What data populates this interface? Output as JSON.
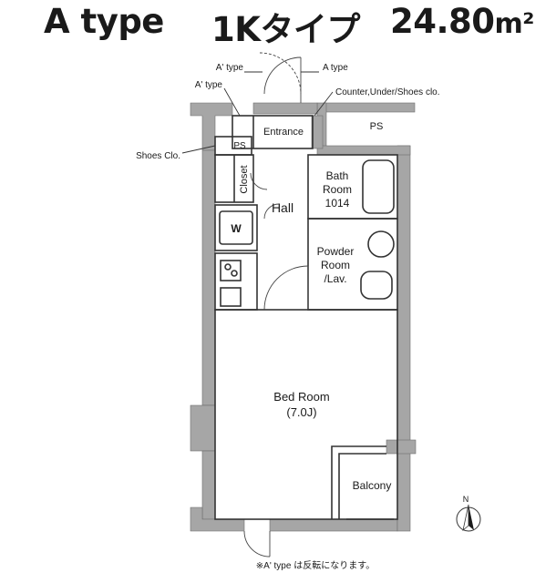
{
  "header": {
    "type_label": "A type",
    "layout_label": "1Kタイプ",
    "area_value": "24.80",
    "area_unit": "m²"
  },
  "callouts": {
    "a_prime_type_top": "A' type",
    "a_prime_type_left": "A' type",
    "a_type": "A type",
    "counter_under_shoes": "Counter,Under/Shoes clo.",
    "shoes_closet": "Shoes Clo."
  },
  "rooms": {
    "entrance": "Entrance",
    "ps_small": "PS",
    "ps_large": "PS",
    "closet": "Closet",
    "bath_line1": "Bath",
    "bath_line2": "Room",
    "bath_line3": "1014",
    "hall": "Hall",
    "washer": "W",
    "powder_line1": "Powder",
    "powder_line2": "Room",
    "powder_line3": "/Lav.",
    "bedroom_line1": "Bed Room",
    "bedroom_line2": "(7.0J)",
    "balcony": "Balcony"
  },
  "compass_label": "N",
  "footnote": "※A' type は反転になります。",
  "colors": {
    "wall_fill": "#a6a6a6",
    "wall_stroke": "#6e6e6e",
    "line": "#333333"
  }
}
